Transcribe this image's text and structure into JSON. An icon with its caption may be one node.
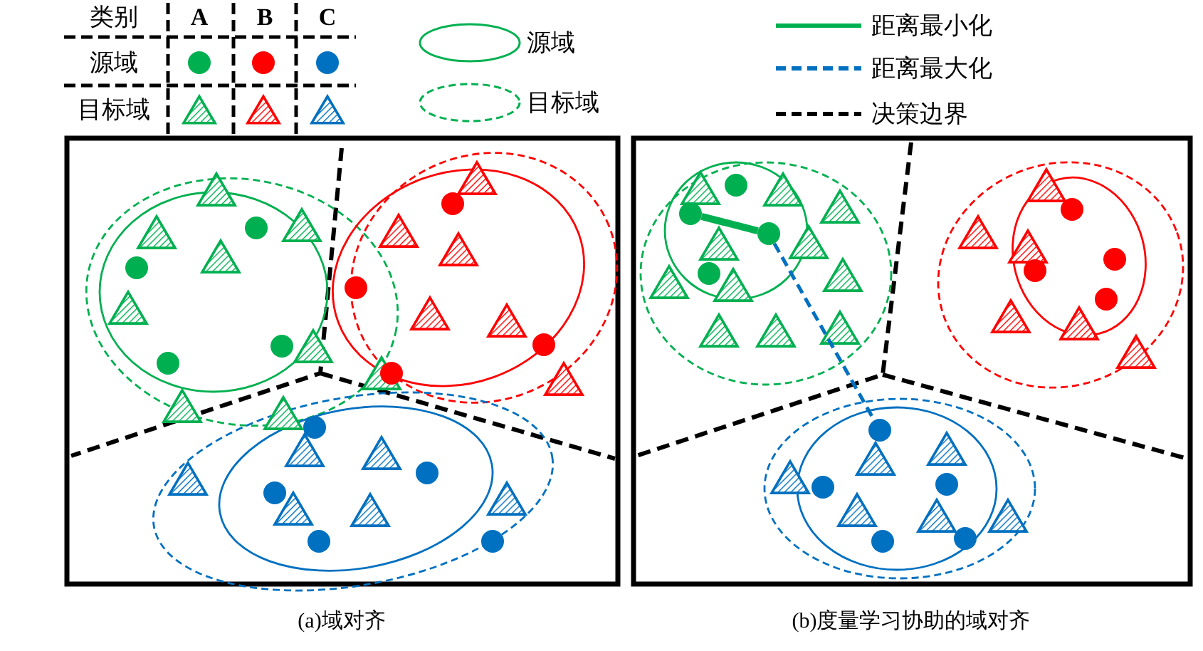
{
  "diagram": {
    "nodes": [
      {
        "text": [],
        "shape": "circle"
      },
      {
        "text": [],
        "shape": "circle"
      },
      {
        "text": [],
        "shape": "circle"
      },
      {
        "text": [],
        "shape": "circle"
      },
      {
        "text": [],
        "shape": "circle"
      },
      {
        "text": [],
        "shape": "circle"
      },
      {
        "text": [],
        "shape": "circle"
      },
      {
        "text": [],
        "shape": "circle"
      },
      {
        "text": [],
        "shape": "circle"
      },
      {
        "text": [],
        "shape": "circle"
      },
      {
        "text": [],
        "shape": "circle"
      },
      {
        "text": [],
        "shape": "circle"
      },
      {
        "text": [],
        "shape": "circle"
      },
      {
        "text": [],
        "shape": "circle"
      },
      {
        "text": [],
        "shape": "circle"
      },
      {
        "text": [],
        "shape": "circle"
      },
      {
        "text": [],
        "shape": "circle"
      },
      {
        "text": [],
        "shape": "circle"
      },
      {
        "text": [],
        "shape": "circle"
      },
      {
        "text": [],
        "shape": "circle"
      },
      {
        "text": [],
        "shape": "circle"
      },
      {
        "text": [],
        "shape": "circle"
      },
      {
        "text": [],
        "shape": "circle"
      },
      {
        "text": [],
        "shape": "circle"
      },
      {
        "text": [],
        "shape": "circle"
      },
      {
        "text": [],
        "shape": "circle"
      },
      {
        "text": [],
        "shape": "circle"
      },
      {
        "text": [],
        "shape": "circle"
      },
      {
        "text": [],
        "shape": "circle"
      },
      {
        "text": [],
        "shape": "triangle"
      },
      {
        "text": [],
        "shape": "triangle"
      },
      {
        "text": [],
        "shape": "triangle"
      },
      {
        "text": [],
        "shape": "triangle"
      },
      {
        "text": [],
        "shape": "triangle"
      },
      {
        "text": [],
        "shape": "triangle"
      },
      {
        "text": [],
        "shape": "triangle"
      },
      {
        "text": [],
        "shape": "triangle"
      },
      {
        "text": [],
        "shape": "triangle"
      },
      {
        "text": [],
        "shape": "triangle"
      },
      {
        "text": [],
        "shape": "triangle"
      },
      {
        "text": [],
        "shape": "triangle"
      },
      {
        "text": [],
        "shape": "triangle"
      },
      {
        "text": [],
        "shape": "triangle"
      },
      {
        "text": [],
        "shape": "triangle"
      },
      {
        "text": [],
        "shape": "triangle"
      },
      {
        "text": [],
        "shape": "triangle"
      },
      {
        "text": [],
        "shape": "triangle"
      },
      {
        "text": [],
        "shape": "triangle"
      },
      {
        "text": [],
        "shape": "triangle"
      },
      {
        "text": [],
        "shape": "triangle"
      },
      {
        "text": [],
        "shape": "triangle"
      },
      {
        "text": [],
        "shape": "triangle"
      },
      {
        "text": [],
        "shape": "triangle"
      },
      {
        "text": [],
        "shape": "triangle"
      },
      {
        "text": [],
        "shape": "triangle"
      },
      {
        "text": [],
        "shape": "triangle"
      },
      {
        "text": [],
        "shape": "triangle"
      },
      {
        "text": [],
        "shape": "triangle"
      },
      {
        "text": [],
        "shape": "triangle"
      },
      {
        "text": [],
        "shape": "triangle"
      },
      {
        "text": [],
        "shape": "triangle"
      },
      {
        "text": [],
        "shape": "triangle"
      },
      {
        "text": [],
        "shape": "triangle"
      },
      {
        "text": [],
        "shape": "triangle"
      },
      {
        "text": [],
        "shape": "triangle"
      },
      {
        "text": [],
        "shape": "triangle"
      },
      {
        "text": [],
        "shape": "triangle"
      },
      {
        "text": [],
        "shape": "triangle"
      },
      {
        "text": [],
        "shape": "triangle"
      },
      {
        "text": [],
        "shape": "triangle"
      },
      {
        "text": [],
        "shape": "triangle"
      },
      {
        "text": [],
        "shape": "triangle"
      },
      {
        "text": [],
        "shape": "triangle"
      },
      {
        "text": [],
        "shape": "triangle"
      },
      {
        "text": [],
        "shape": "triangle"
      },
      {
        "text": [],
        "shape": "triangle"
      }
    ],
    "edges": [
      {
        "from": 18,
        "to": 19,
        "arrow": "none",
        "style": "thick",
        "color": "#00b050"
      },
      {
        "from": 19,
        "to": 24,
        "arrow": "none",
        "style": "dashed",
        "color": "#0070c0"
      }
    ],
    "labels": [
      "类别",
      "A",
      "B",
      "C",
      "源域",
      "目标域",
      "(a)域对齐",
      "(b)度量学习协助的域对齐"
    ],
    "legend": [
      {
        "text": "源域"
      },
      {
        "text": "目标域"
      },
      {
        "text": "距离最小化"
      },
      {
        "text": "距离最大化"
      },
      {
        "text": "决策边界"
      }
    ]
  }
}
